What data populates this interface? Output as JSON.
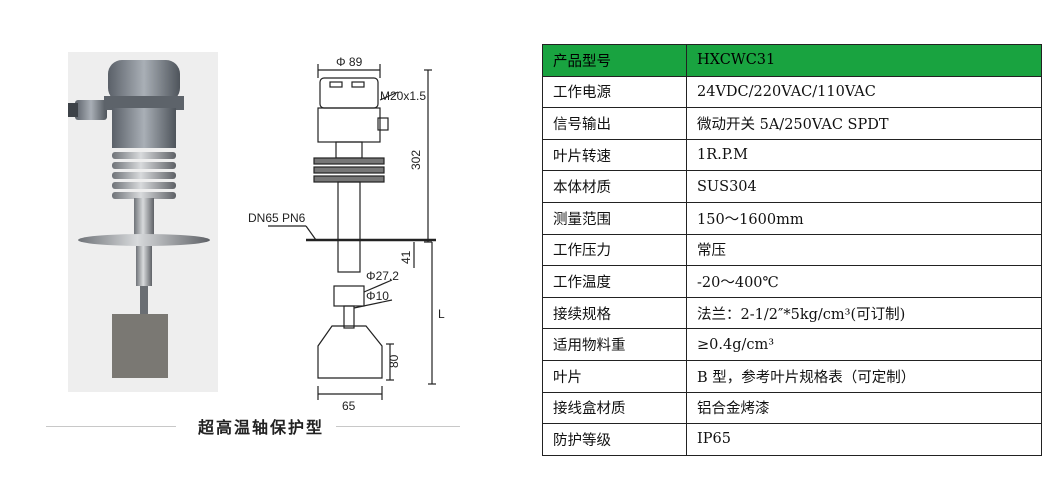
{
  "caption": "超高温轴保护型",
  "drawing_labels": {
    "diameter_top": "Φ 89",
    "thread": "M20x1.5",
    "height_total": "302",
    "flange": "DN65 PN6",
    "gap": "41",
    "diameter_shaft": "Φ27.2",
    "diameter_pin": "Φ10",
    "length": "L",
    "blade_height": "80",
    "blade_width": "65"
  },
  "specs": [
    {
      "key": "产品型号",
      "value": "HXCWC31",
      "header": true
    },
    {
      "key": "工作电源",
      "value": "24VDC/220VAC/110VAC"
    },
    {
      "key": "信号输出",
      "value": "微动开关 5A/250VAC SPDT"
    },
    {
      "key": "叶片转速",
      "value": "1R.P.M"
    },
    {
      "key": "本体材质",
      "value": "SUS304"
    },
    {
      "key": "测量范围",
      "value": "150～1600mm"
    },
    {
      "key": "工作压力",
      "value": "常压"
    },
    {
      "key": "工作温度",
      "value": "-20～400℃"
    },
    {
      "key": "接续规格",
      "value": "法兰：2-1/2″*5kg/cm³(可订制)"
    },
    {
      "key": "适用物料重",
      "value": "≥0.4g/cm³"
    },
    {
      "key": "叶片",
      "value": "B 型，参考叶片规格表（可定制）"
    },
    {
      "key": "接线盒材质",
      "value": "铝合金烤漆"
    },
    {
      "key": "防护等级",
      "value": "IP65"
    }
  ],
  "colors": {
    "header_bg": "#19a340"
  }
}
